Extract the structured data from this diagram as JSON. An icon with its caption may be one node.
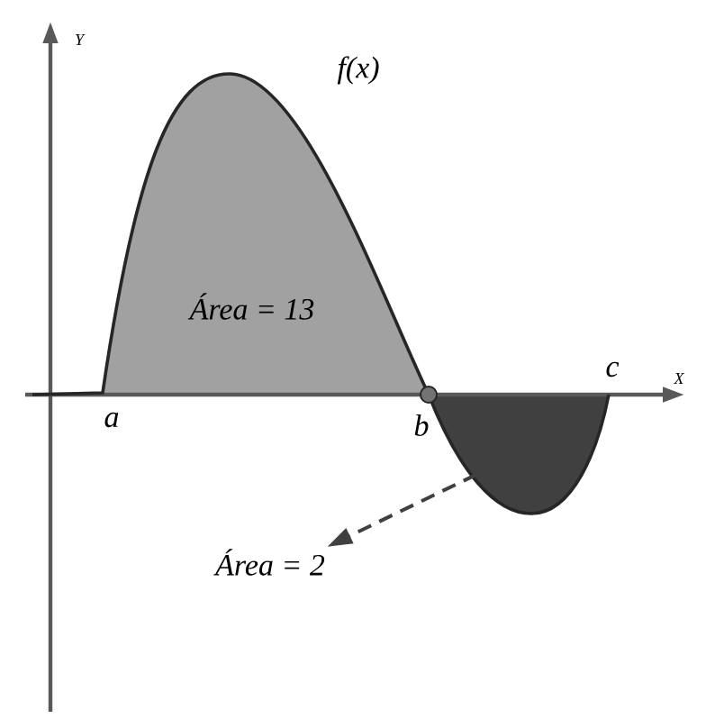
{
  "diagram": {
    "nodes": [
      {
        "text": [],
        "shape": "region"
      },
      {
        "text": [
          "Área = 2"
        ]
      }
    ],
    "edges": [
      {
        "from": 0,
        "to": 1,
        "arrow": "to",
        "style": "dashed"
      }
    ],
    "labels": [
      "Y",
      "f(x)",
      "Área = 13",
      "X",
      "a",
      "b",
      "c"
    ]
  }
}
